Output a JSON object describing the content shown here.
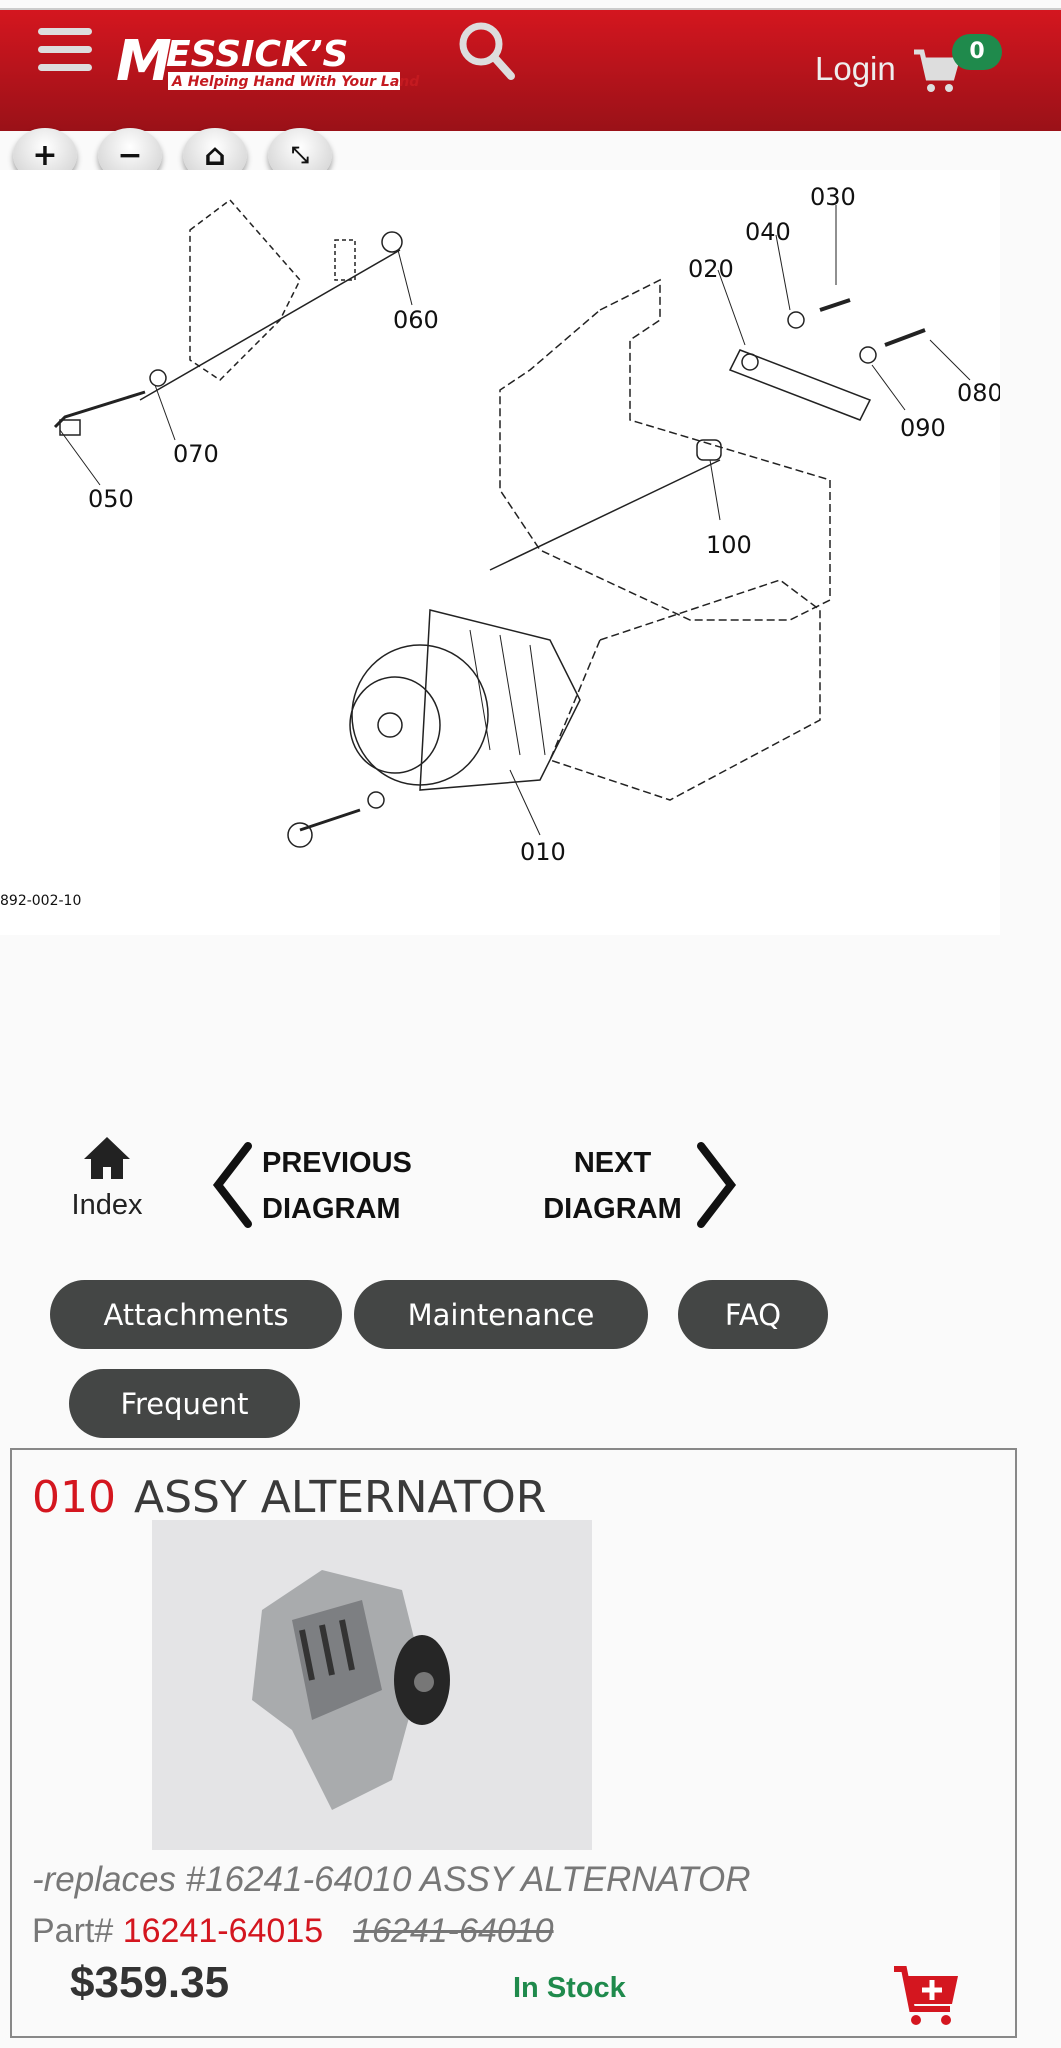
{
  "header": {
    "logo_text": "MESSICK'S",
    "logo_tagline": "A Helping Hand With Your Land",
    "login": "Login",
    "cart_count": "0",
    "brand_color": "#d4161f"
  },
  "zoom_controls": [
    "zoom-in",
    "zoom-out",
    "home",
    "fullscreen"
  ],
  "diagram": {
    "callouts": [
      "010",
      "020",
      "030",
      "040",
      "050",
      "060",
      "070",
      "080",
      "090",
      "100"
    ],
    "code": "892-002-10"
  },
  "nav": {
    "index": "Index",
    "previous_line1": "PREVIOUS",
    "previous_line2": "DIAGRAM",
    "next_line1": "NEXT",
    "next_line2": "DIAGRAM"
  },
  "categories": [
    "Attachments",
    "Maintenance",
    "FAQ",
    "Frequent"
  ],
  "part": {
    "ref": "010",
    "name": "ASSY ALTERNATOR",
    "replaces": "-replaces #16241-64010 ASSY ALTERNATOR",
    "part_label": "Part#",
    "part_number": "16241-64015",
    "old_part_number": "16241-64010",
    "price": "$359.35",
    "stock": "In Stock",
    "stock_color": "#1f8a4c"
  }
}
